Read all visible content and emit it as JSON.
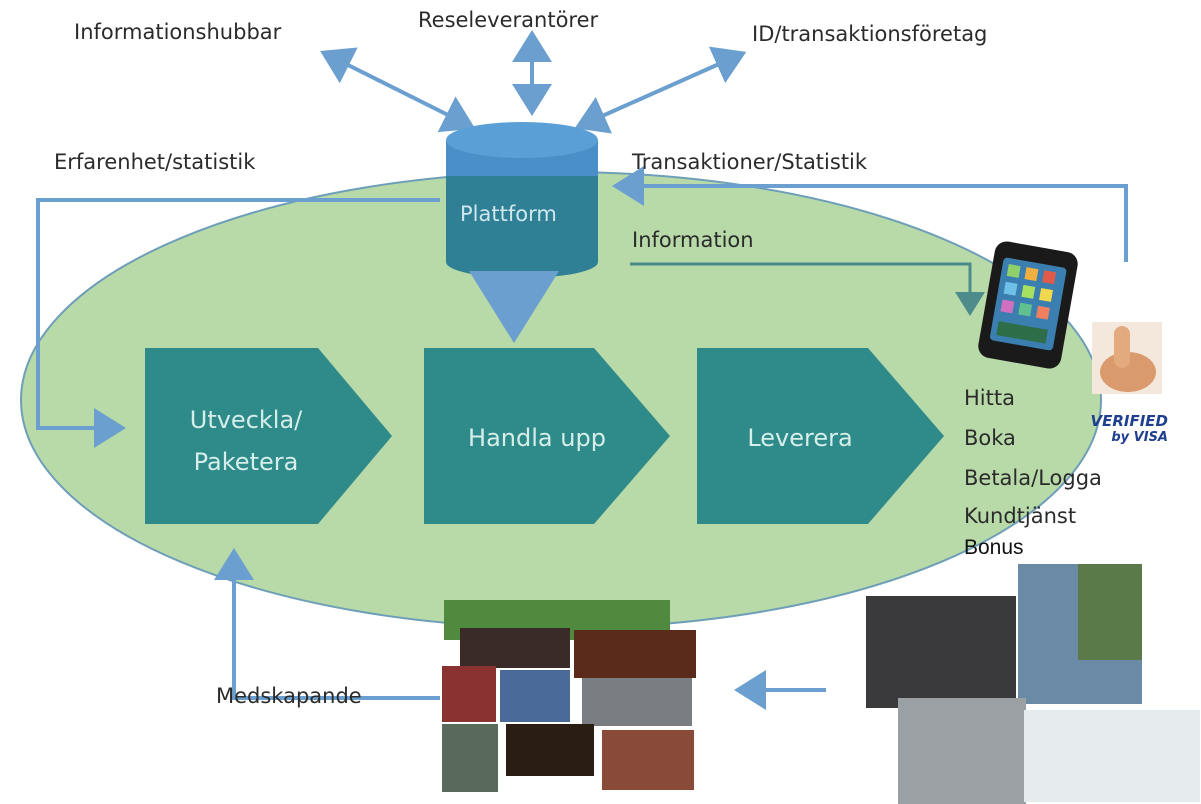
{
  "top_labels": {
    "informationshubbar": "Informationshubbar",
    "reseleverantorer": "Reseleverantörer",
    "id_transaktion": "ID/transaktionsföretag"
  },
  "flow_labels": {
    "erfarenhet": "Erfarenhet/statistik",
    "transaktioner": "Transaktioner/Statistik",
    "information": "Information",
    "medskapande": "Medskapande"
  },
  "platform": {
    "label": "Plattform"
  },
  "steps": [
    {
      "line1": "Utveckla/",
      "line2": "Paketera"
    },
    {
      "line1": "Handla upp"
    },
    {
      "line1": "Leverera"
    }
  ],
  "customer_actions": [
    "Hitta",
    "Boka",
    "Betala/Logga",
    "Kundtjänst",
    "Bonus"
  ],
  "verified_badge": {
    "line1": "VERIFIED",
    "line2": "by VISA"
  },
  "colors": {
    "ellipse_fill": "#b8d9a8",
    "ellipse_stroke": "#6f9fb8",
    "step_fill": "#2f8a8a",
    "arrow_blue": "#6a9fcf",
    "cylinder": "#4a8fc8"
  }
}
